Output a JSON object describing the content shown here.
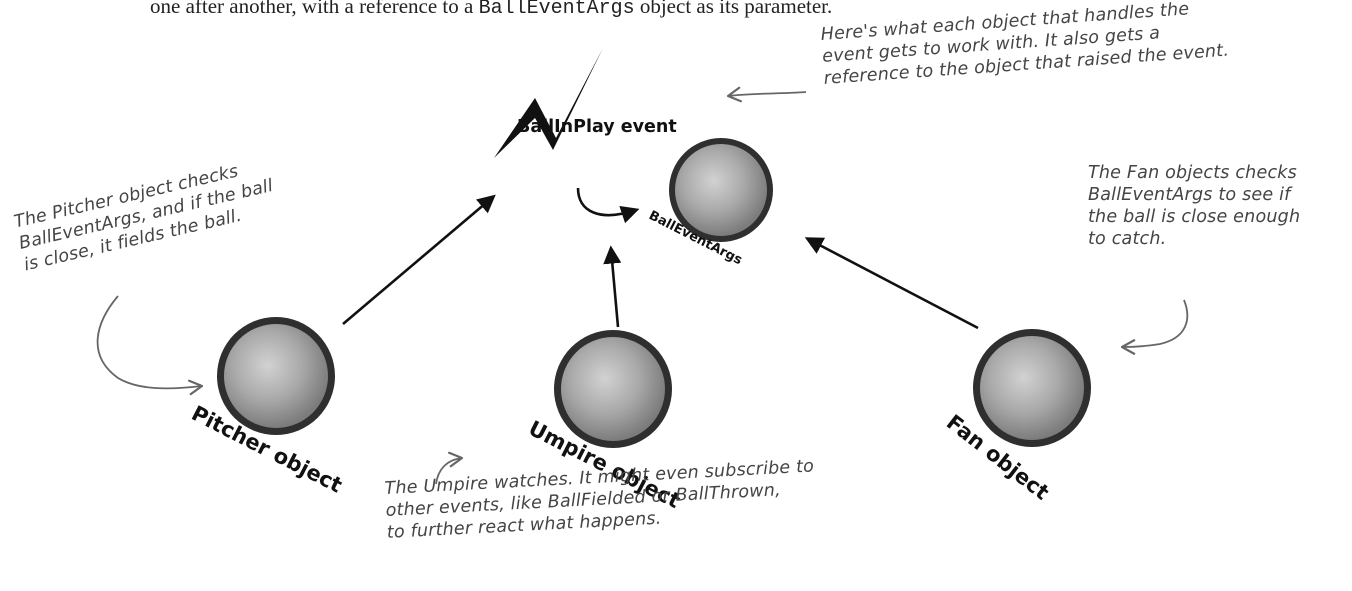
{
  "intro": {
    "prefix": "one after another, with a reference to a ",
    "code": "BallEventArgs",
    "suffix": " object as its parameter."
  },
  "event": {
    "label": "BallInPlay event"
  },
  "args": {
    "label": "BallEventArgs"
  },
  "objects": {
    "pitcher": "Pitcher object",
    "umpire": "Umpire object",
    "fan": "Fan object"
  },
  "notes": {
    "args": [
      "Here's what each object that handles the",
      "event gets to work with. It also gets a",
      "reference to the object that raised the event."
    ],
    "pitcher": [
      "The Pitcher object checks",
      "BallEventArgs, and if the ball",
      "is close, it fields the ball."
    ],
    "fan": [
      "The Fan objects checks",
      "BallEventArgs to see if",
      "the ball is close enough",
      "to catch."
    ],
    "umpire": [
      "The Umpire watches. It might even subscribe to",
      "other events, like BallFielded or BallThrown,",
      "to further react what happens."
    ]
  }
}
